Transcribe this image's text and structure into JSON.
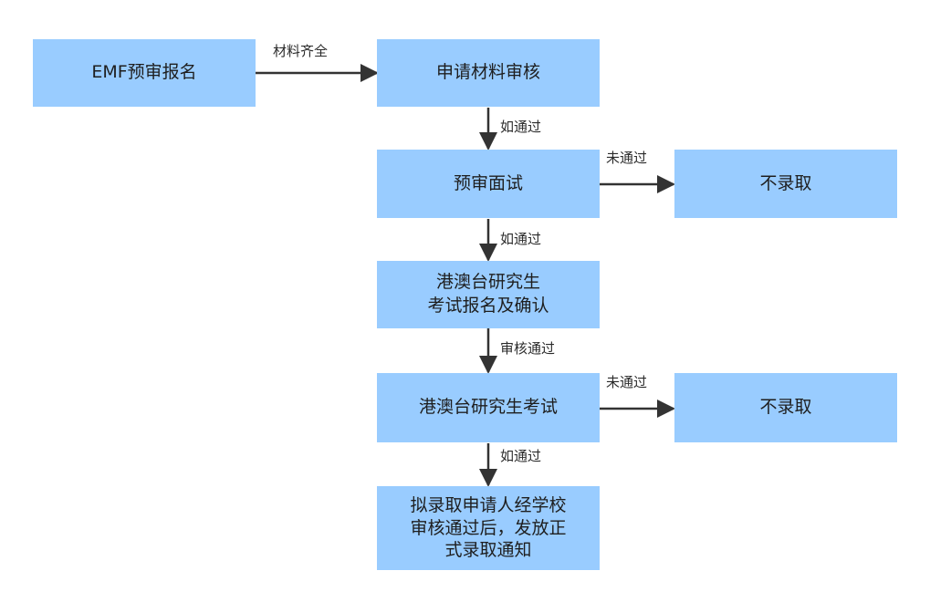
{
  "nodes": {
    "emf_register": {
      "lines": [
        "EMF预审报名"
      ]
    },
    "material_review": {
      "lines": [
        "申请材料审核"
      ]
    },
    "pre_interview": {
      "lines": [
        "预审面试"
      ]
    },
    "reject_1": {
      "lines": [
        "不录取"
      ]
    },
    "exam_register": {
      "lines": [
        "港澳台研究生",
        "考试报名及确认"
      ]
    },
    "exam": {
      "lines": [
        "港澳台研究生考试"
      ]
    },
    "reject_2": {
      "lines": [
        "不录取"
      ]
    },
    "final": {
      "lines": [
        "拟录取申请人经学校",
        "审核通过后，发放正",
        "式录取通知"
      ]
    }
  },
  "edges": {
    "materials_complete": "材料齐全",
    "if_pass_1": "如通过",
    "not_pass_1": "未通过",
    "if_pass_2": "如通过",
    "review_pass": "审核通过",
    "not_pass_2": "未通过",
    "if_pass_3": "如通过"
  },
  "colors": {
    "box_fill": "#99ccff",
    "arrow": "#333333"
  }
}
